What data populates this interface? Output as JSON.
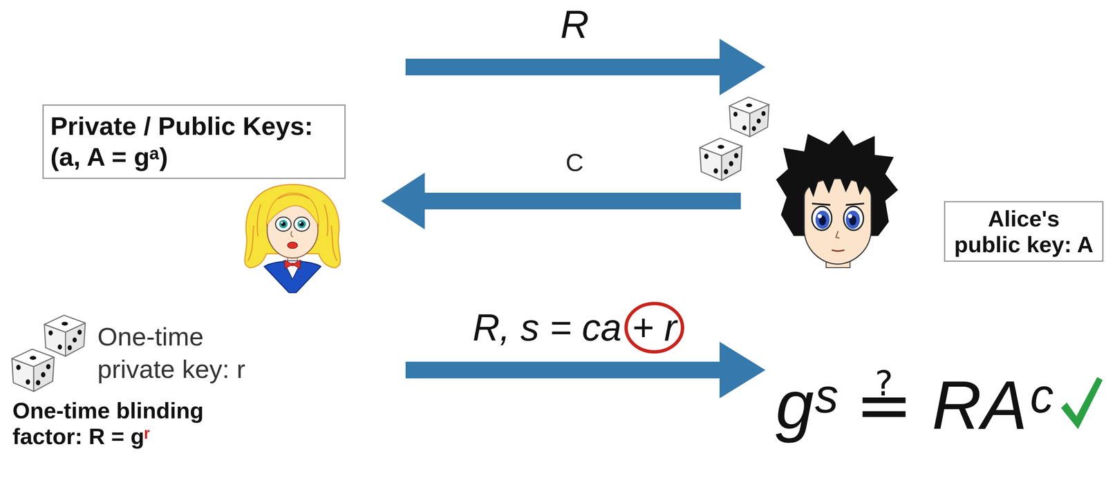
{
  "diagram": {
    "nodes": [
      {
        "text": [
          "Private / Public Keys: (a, A = gᵃ)"
        ]
      },
      {
        "text": [
          "Alice's public key: A"
        ]
      }
    ],
    "labels": [
      "R",
      "C",
      "R, s = ca + r",
      "One-time private key: r",
      "One-time blinding factor: R = gʳ",
      "gˢ ≟ RAᶜ"
    ]
  }
}
